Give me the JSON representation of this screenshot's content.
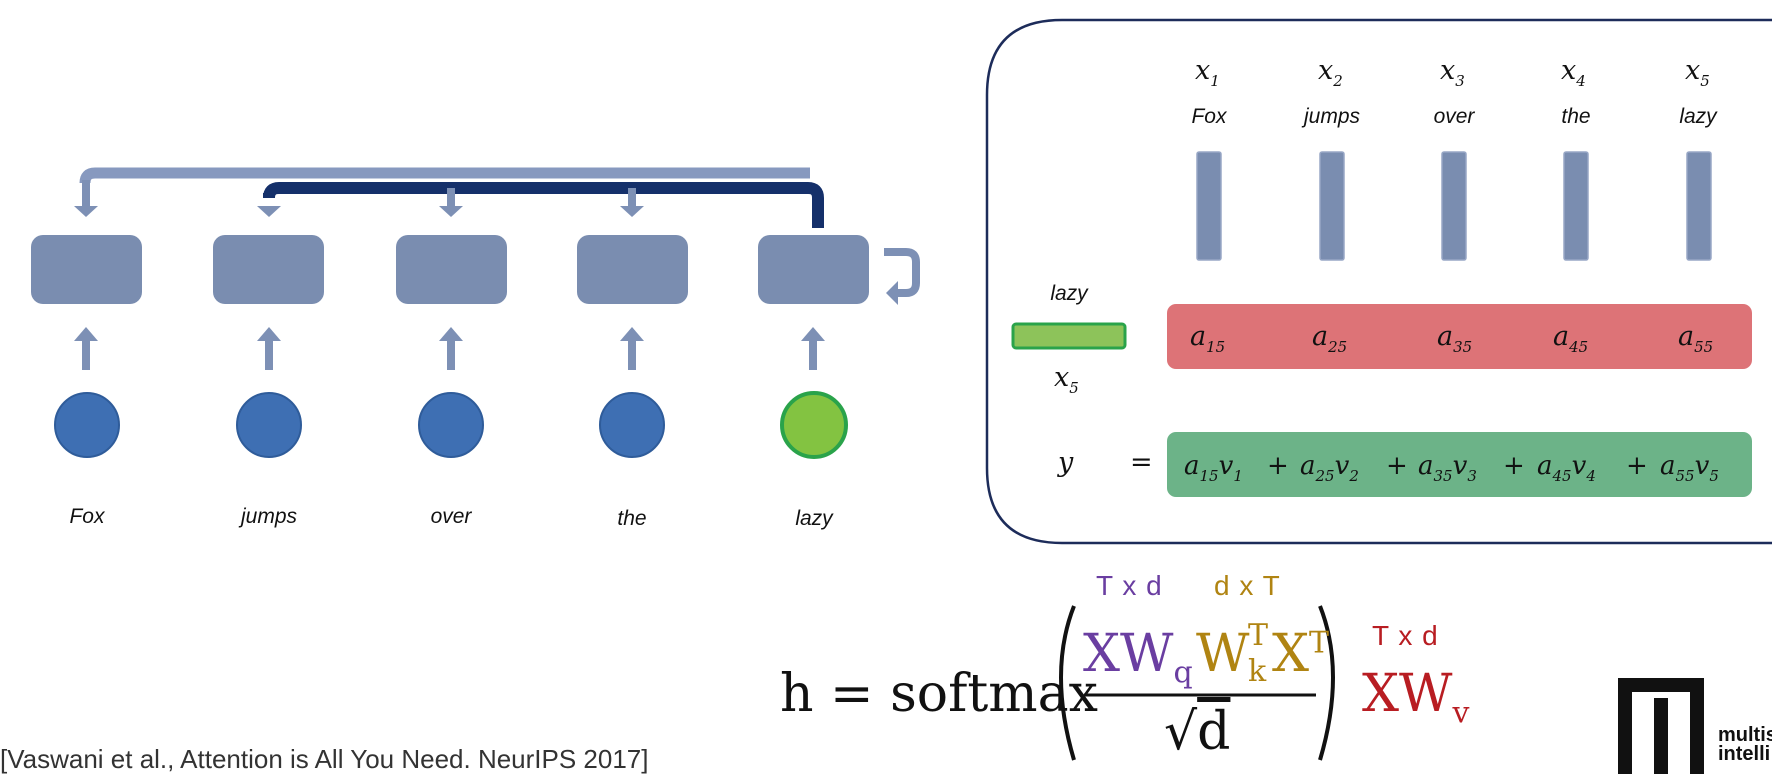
{
  "words": [
    "Fox",
    "jumps",
    "over",
    "the",
    "lazy"
  ],
  "x_vars": [
    {
      "base": "x",
      "sub": "1"
    },
    {
      "base": "x",
      "sub": "2"
    },
    {
      "base": "x",
      "sub": "3"
    },
    {
      "base": "x",
      "sub": "4"
    },
    {
      "base": "x",
      "sub": "5"
    }
  ],
  "query": {
    "word": "lazy",
    "var_base": "x",
    "var_sub": "5"
  },
  "attention_weights": [
    {
      "base": "a",
      "sub": "15"
    },
    {
      "base": "a",
      "sub": "25"
    },
    {
      "base": "a",
      "sub": "35"
    },
    {
      "base": "a",
      "sub": "45"
    },
    {
      "base": "a",
      "sub": "55"
    }
  ],
  "output": {
    "lhs": "y",
    "eq": "=",
    "terms": [
      {
        "a": "a",
        "a_sub": "15",
        "v": "v",
        "v_sub": "1"
      },
      {
        "a": "a",
        "a_sub": "25",
        "v": "v",
        "v_sub": "2"
      },
      {
        "a": "a",
        "a_sub": "35",
        "v": "v",
        "v_sub": "3"
      },
      {
        "a": "a",
        "a_sub": "45",
        "v": "v",
        "v_sub": "4"
      },
      {
        "a": "a",
        "a_sub": "55",
        "v": "v",
        "v_sub": "5"
      }
    ],
    "plus": "+"
  },
  "formula": {
    "lhs": "h = softmax",
    "xwq": "XW",
    "xwq_sub": "q",
    "wk": "W",
    "wk_sup": "T",
    "wk_sub": "k",
    "xt": "X",
    "xt_sup": "T",
    "sqrt": "√",
    "d": "d",
    "xwv": "XW",
    "xwv_sub": "v",
    "dim_q": "T x d",
    "dim_k": "d x T",
    "dim_v": "T x d"
  },
  "citation": "[Vaswani et al., Attention is All You Need. NeurIPS 2017]",
  "logo_text": [
    "multis",
    "intelli"
  ],
  "colors": {
    "node_box": "#7a8db0",
    "node_circle": "#3e6fb3",
    "query_circle": "#83c341",
    "dark_arrow": "#15306a",
    "light_arrow": "#8799bf",
    "weights_bar": "#dd7377",
    "output_bar": "#6cb388",
    "purple": "#6a3ea1",
    "gold": "#b08412",
    "red": "#b81d22"
  }
}
